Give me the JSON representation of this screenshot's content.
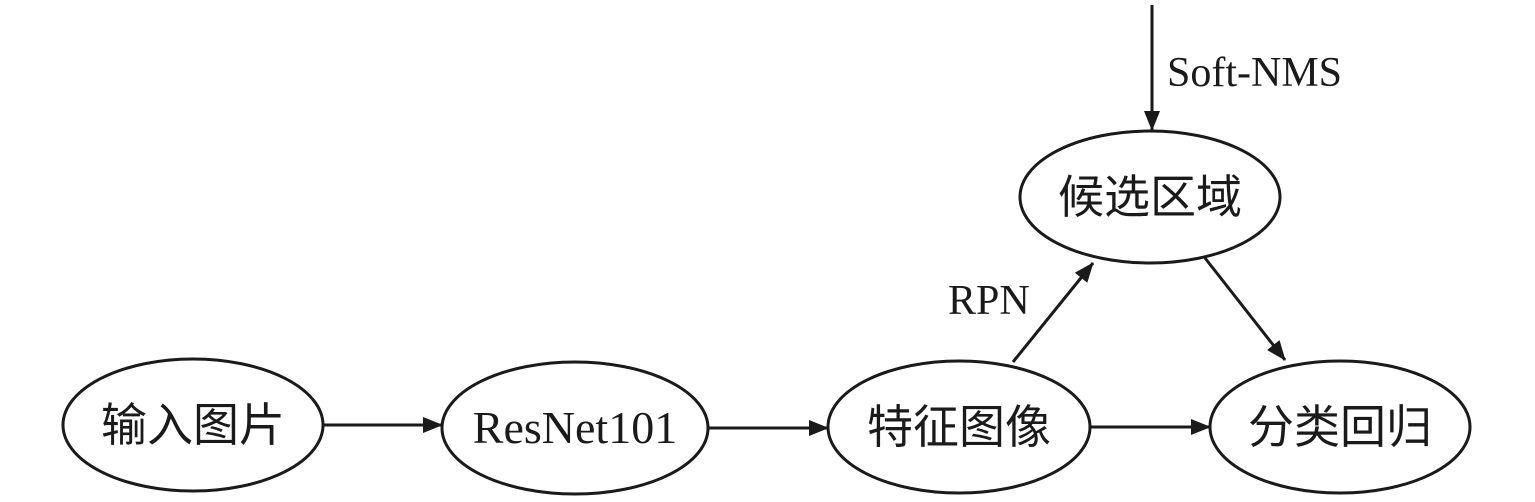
{
  "nodes": {
    "input_image": "输入图片",
    "resnet": "ResNet101",
    "feature_map": "特征图像",
    "candidate_region": "候选区域",
    "classify_regress": "分类回归"
  },
  "edge_labels": {
    "soft_nms": "Soft-NMS",
    "rpn": "RPN"
  }
}
